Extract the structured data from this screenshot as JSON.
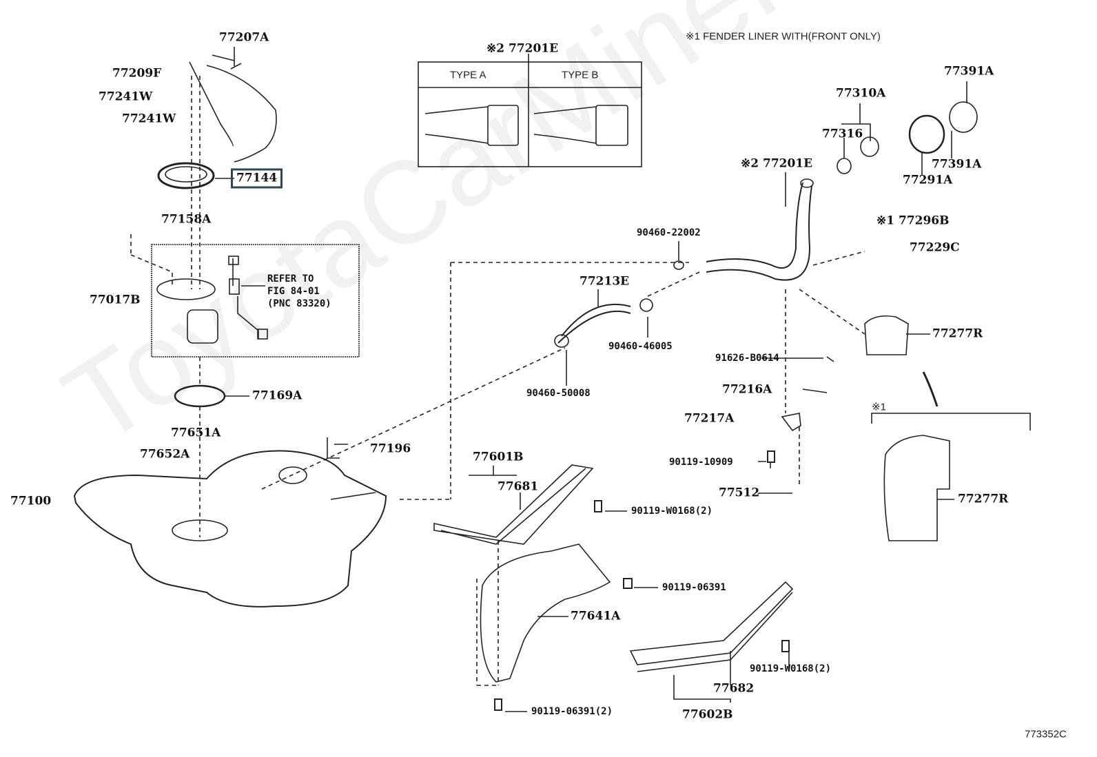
{
  "note": "※1 FENDER LINER WITH(FRONT ONLY)",
  "watermark": "ToyotaCarMiner.ru",
  "inset": {
    "label": "※2 77201E",
    "type_a": "TYPE A",
    "type_b": "TYPE B"
  },
  "refer": {
    "line1": "REFER TO",
    "line2": "FIG 84-01",
    "line3": "(PNC 83320)"
  },
  "highlight_color": "#2e4655",
  "labels": {
    "p77207A": "77207A",
    "p77209F": "77209F",
    "p77241W_1": "77241W",
    "p77241W_2": "77241W",
    "p77144": "77144",
    "p77158A": "77158A",
    "p77017B": "77017B",
    "p77169A": "77169A",
    "p77651A": "77651A",
    "p77652A": "77652A",
    "p77196": "77196",
    "p77100": "77100",
    "p77391A_1": "77391A",
    "p77310A": "77310A",
    "p77316": "77316",
    "p77391A_2": "77391A",
    "p77291A": "77291A",
    "p77201E": "※2 77201E",
    "p77296B": "※1 77296B",
    "p77229C": "77229C",
    "p90460_22002": "90460-22002",
    "p77213E": "77213E",
    "p90460_46005": "90460-46005",
    "p77277R_1": "77277R",
    "p91626_B0614": "91626-B0614",
    "p90460_50008": "90460-50008",
    "p77216A": "77216A",
    "note1": "※1",
    "p77217A": "77217A",
    "p90119_10909": "90119-10909",
    "p77601B": "77601B",
    "p77681": "77681",
    "p77512": "77512",
    "p77277R_2": "77277R",
    "p90119_W0168_1": "90119-W0168(2)",
    "p90119_06391_1": "90119-06391",
    "p77641A": "77641A",
    "p90119_W0168_2": "90119-W0168(2)",
    "p77682": "77682",
    "p90119_06391_2": "90119-06391(2)",
    "p77602B": "77602B"
  },
  "figure_code": "773352C"
}
